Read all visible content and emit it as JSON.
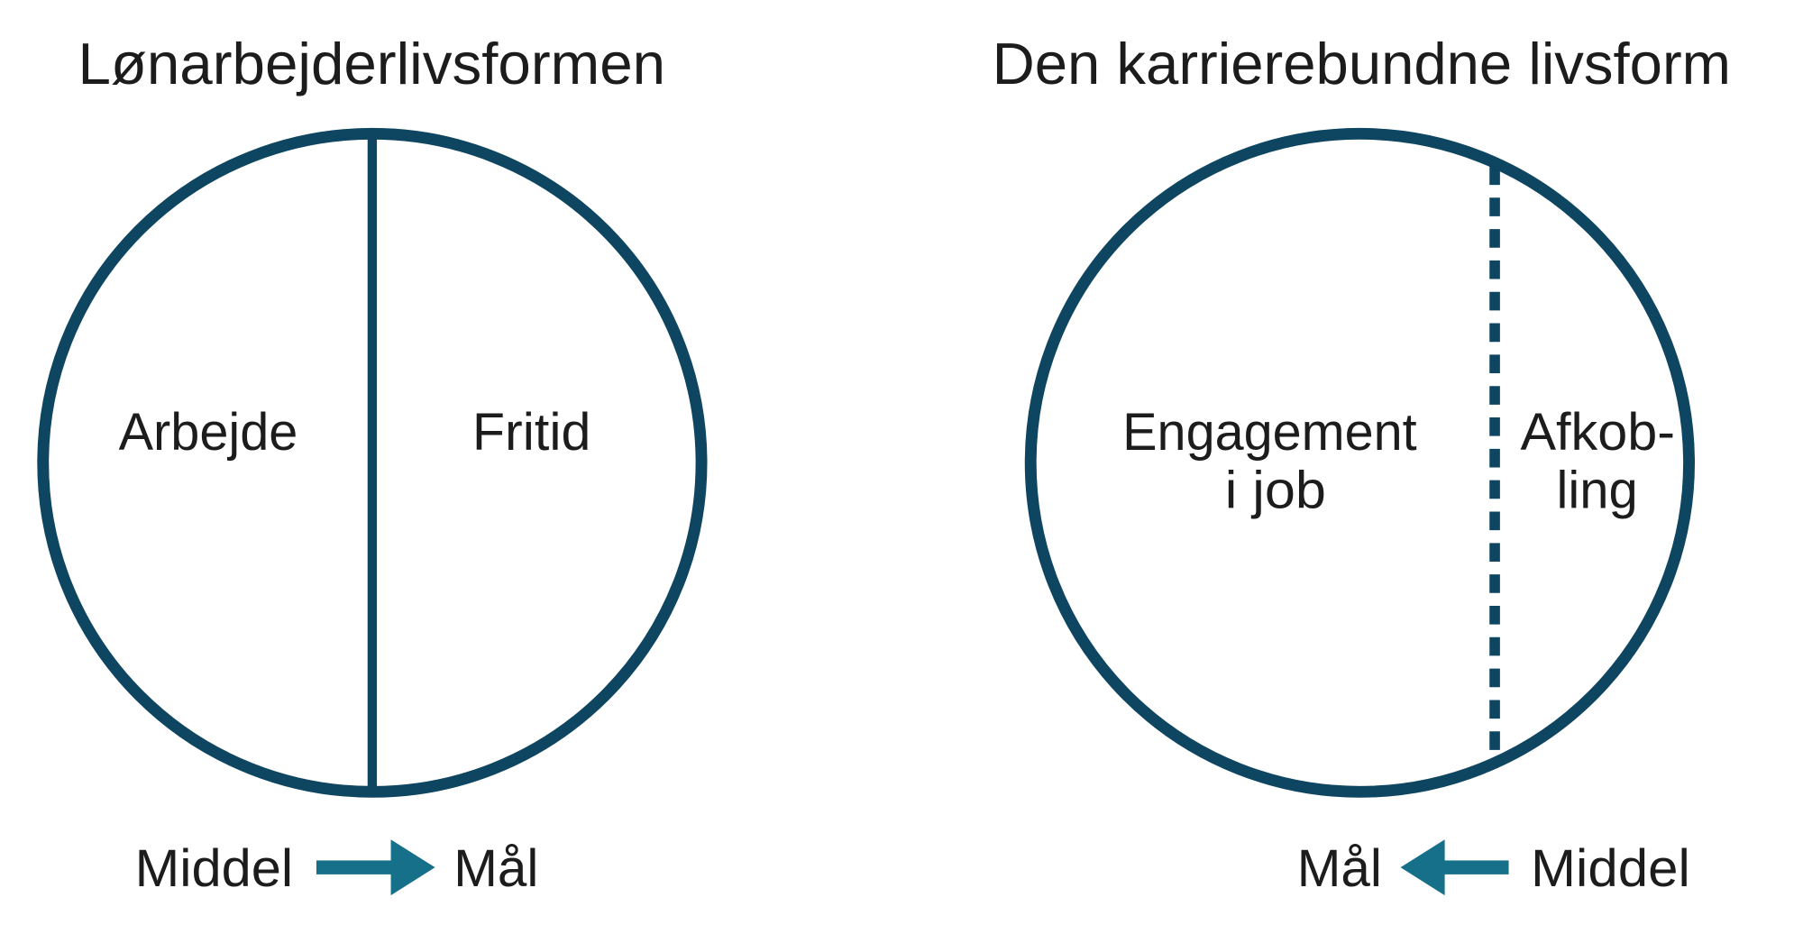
{
  "colors": {
    "circle": "#0e4560",
    "arrow": "#17708a",
    "text": "#1c1c1c"
  },
  "left": {
    "title": "Lønarbejderlivsformen",
    "segment_left": "Arbejde",
    "segment_right": "Fritid",
    "divider": "solid",
    "flow_from": "Middel",
    "flow_to": "Mål",
    "arrow_direction": "right"
  },
  "right": {
    "title": "Den karrierebundne livsform",
    "segment_left_line1": "Engagement",
    "segment_left_line2": "i job",
    "segment_right_line1": "Afkob-",
    "segment_right_line2": "ling",
    "divider": "dashed",
    "flow_to": "Mål",
    "flow_from": "Middel",
    "arrow_direction": "left"
  }
}
